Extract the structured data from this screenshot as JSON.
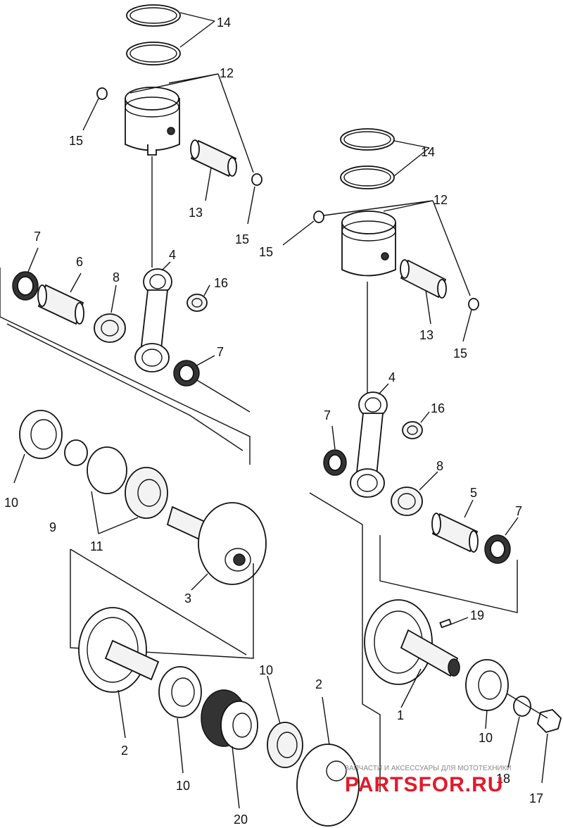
{
  "diagram": {
    "labels": {
      "l14a": "14",
      "l12a": "12",
      "l15a": "15",
      "l13a": "13",
      "l15b": "15",
      "l7a": "7",
      "l6": "6",
      "l8a": "8",
      "l4a": "4",
      "l16a": "16",
      "l7b": "7",
      "l10a": "10",
      "l9": "9",
      "l11": "11",
      "l3": "3",
      "l2a": "2",
      "l10b": "10",
      "l20": "20",
      "l10c": "10",
      "l2b": "2",
      "l14b": "14",
      "l12b": "12",
      "l15c": "15",
      "l13b": "13",
      "l15d": "15",
      "l4b": "4",
      "l16b": "16",
      "l7c": "7",
      "l8b": "8",
      "l5": "5",
      "l7d": "7",
      "l19": "19",
      "l1": "1",
      "l10d": "10",
      "l18": "18",
      "l17": "17"
    }
  },
  "watermark": {
    "tagline": "ЗАПЧАСТИ И АКСЕССУАРЫ ДЛЯ МОТОТЕХНИКИ",
    "brand": "PARTSFOR.RU"
  }
}
